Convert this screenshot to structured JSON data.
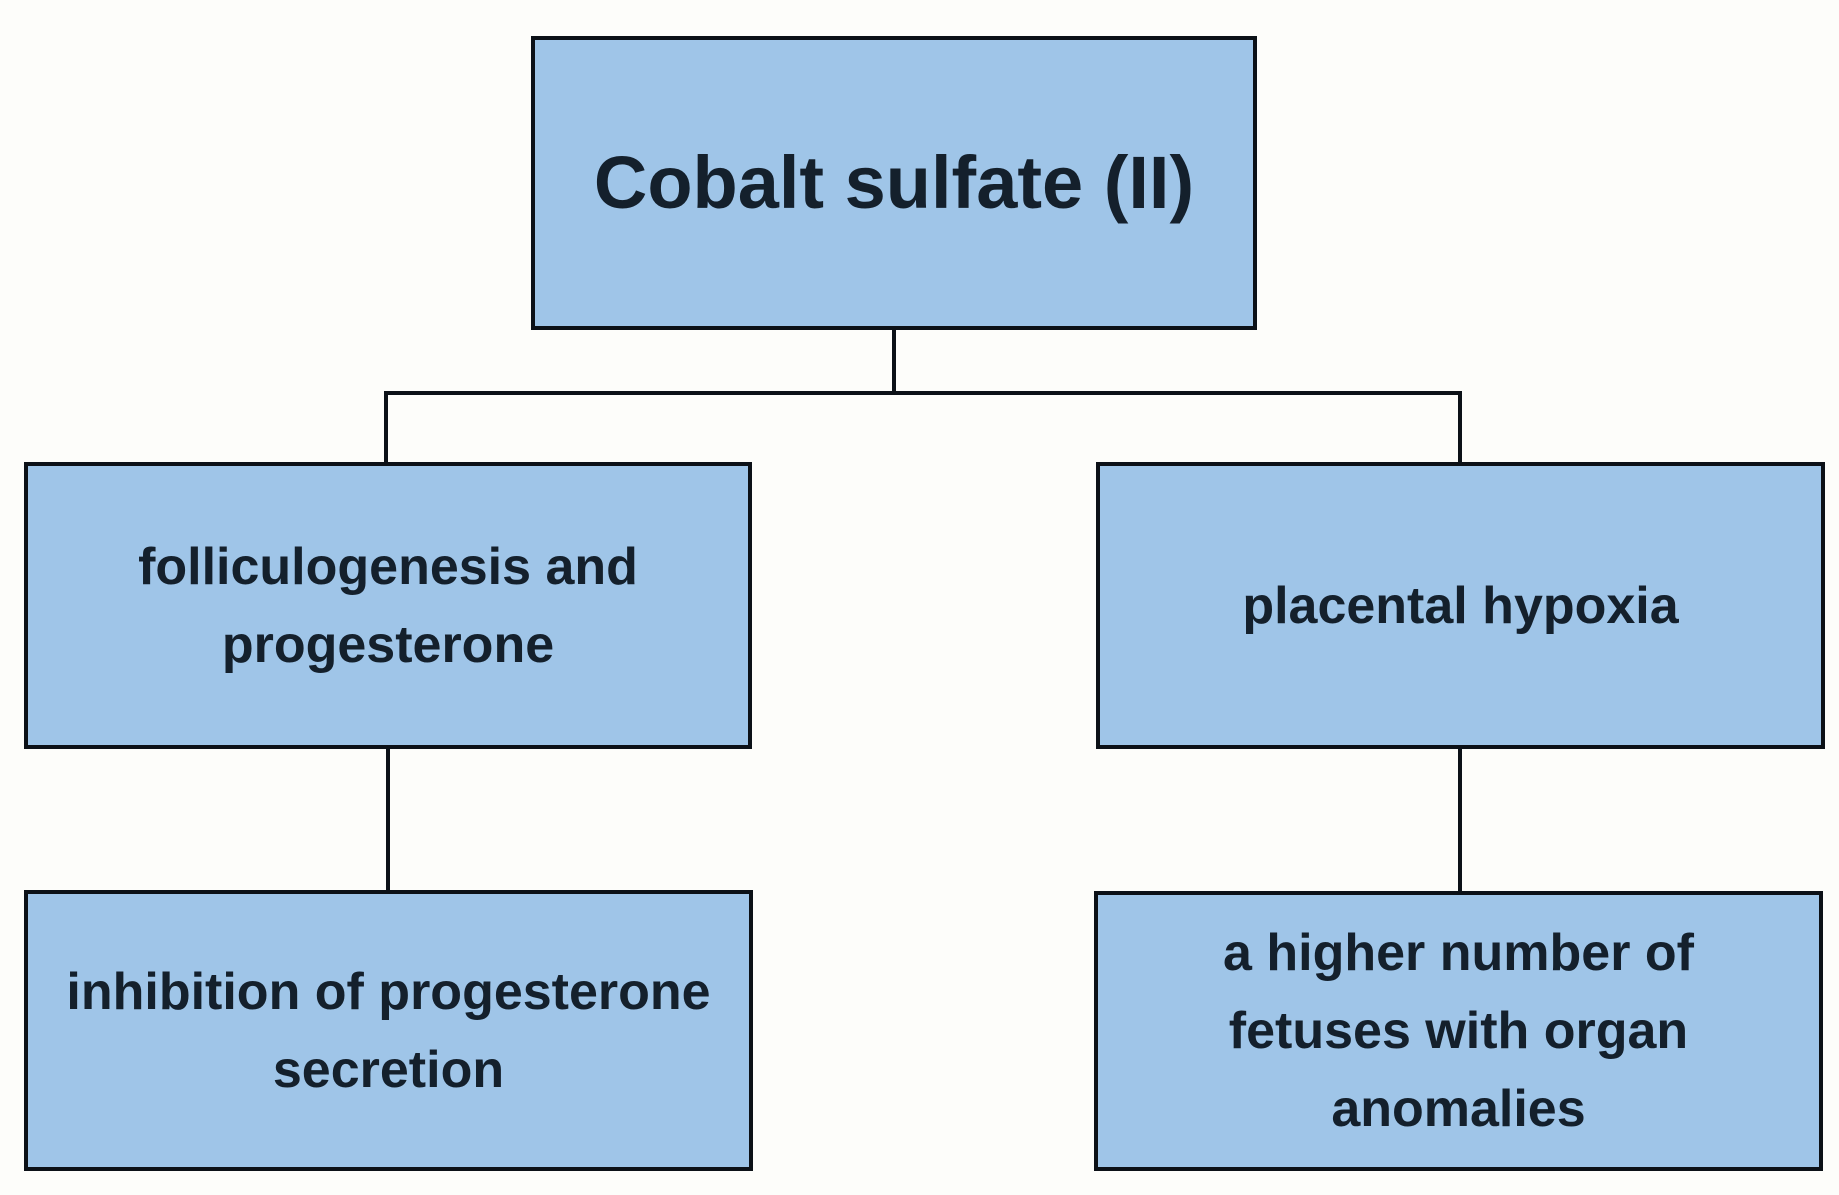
{
  "diagram": {
    "title": "Cobalt sulfate (II)",
    "nodes": {
      "root": {
        "label": "Cobalt sulfate (II)"
      },
      "mid_left": {
        "label": "folliculogenesis and\nprogesterone"
      },
      "mid_right": {
        "label": "placental hypoxia"
      },
      "bottom_left": {
        "label": "inhibition of progesterone\nsecretion"
      },
      "bottom_right": {
        "label": "a higher number of\nfetuses with organ\nanomalies"
      }
    },
    "edges": [
      {
        "from": "root",
        "to": "mid_left"
      },
      {
        "from": "root",
        "to": "mid_right"
      },
      {
        "from": "mid_left",
        "to": "bottom_left"
      },
      {
        "from": "mid_right",
        "to": "bottom_right"
      }
    ],
    "colors": {
      "node_fill": "#9fc5e8",
      "node_border": "#0c1117",
      "connector": "#0c1117",
      "text": "#14202c",
      "background": "#fdfdfa"
    }
  }
}
